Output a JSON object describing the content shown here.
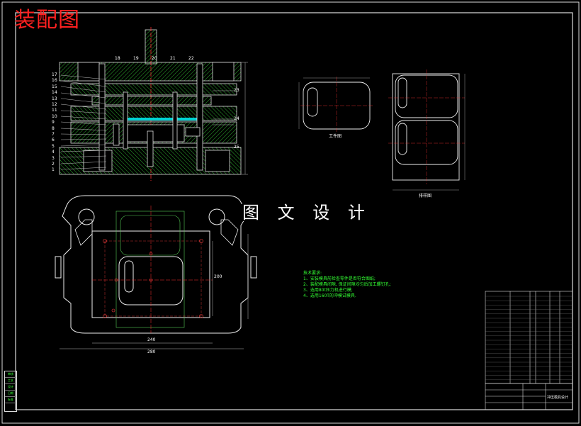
{
  "drawing": {
    "title": "装配图",
    "overlay_text": "图 文 设 计",
    "workpiece_caption": "工件图",
    "layout_caption": "排样图",
    "colors": {
      "background": "#000000",
      "outline": "#ffffff",
      "title": "#ff2020",
      "notes": "#33ff33",
      "centerline": "#ff3030",
      "hatch": "#33ff33",
      "blank": "#00ffff"
    }
  },
  "tech_notes": {
    "heading": "技术要求:",
    "items": [
      "1、安装模具前检查零件是否符合图纸;",
      "2、装配模具间隙, 保证间隙均匀后加工螺钉孔;",
      "3、选用80t压力机进行模;",
      "4、选用160T的冲模试模具."
    ]
  },
  "section_part_numbers": [
    "17",
    "16",
    "15",
    "14",
    "13",
    "12",
    "11",
    "10",
    "9",
    "8",
    "7",
    "6",
    "5",
    "4",
    "3",
    "2",
    "1"
  ],
  "top_callouts": [
    "18",
    "19",
    "20",
    "21",
    "22"
  ],
  "right_callouts": [
    "23",
    "24",
    "25"
  ],
  "plan_dimensions": {
    "width_inner": "240",
    "width_outer": "280",
    "height": "200"
  },
  "title_block": {
    "drawing_name": "冲压模具设计"
  },
  "side_table": [
    "审核",
    "工艺",
    "设计",
    "日期",
    "标准"
  ]
}
